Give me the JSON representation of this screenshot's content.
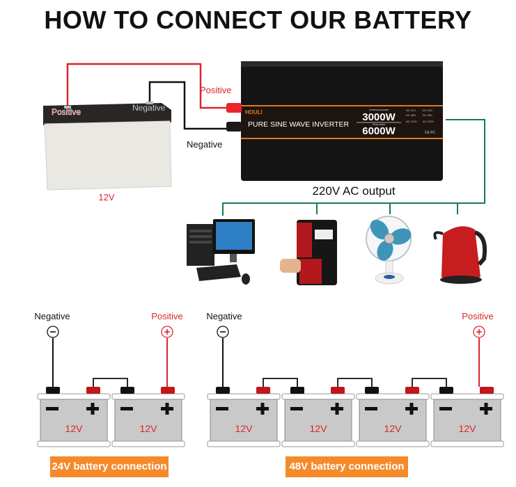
{
  "title": "HOW TO CONNECT OUR BATTERY",
  "top_diagram": {
    "battery": {
      "voltage_label": "12V",
      "terminal_positive_label": "Positive",
      "terminal_negative_label": "Negative"
    },
    "wires": {
      "positive_label": "Positive",
      "negative_label": "Negative"
    },
    "inverter": {
      "brand": "HOULI",
      "product_name": "PURE SINE WAVE INVERTER",
      "continuous_power_caption": "Continuous power",
      "continuous_power": "3000W",
      "peak_power_caption": "Peak power",
      "peak_power": "6000W",
      "voltage_options": [
        "DC 12V",
        "DC 24V",
        "DC 48V",
        "DC 36V",
        "AC 110V",
        "AC 220V"
      ],
      "certifications": "CE FC"
    },
    "output_label": "220V AC output",
    "appliances": [
      {
        "name": "Desktop computer"
      },
      {
        "name": "Coffee maker"
      },
      {
        "name": "Electric fan"
      },
      {
        "name": "Electric kettle"
      }
    ]
  },
  "series_24v": {
    "negative_label": "Negative",
    "positive_label": "Positive",
    "battery_labels": [
      "12V",
      "12V"
    ],
    "caption": "24V battery connection"
  },
  "series_48v": {
    "negative_label": "Negative",
    "positive_label": "Positive",
    "battery_labels": [
      "12V",
      "12V",
      "12V",
      "12V"
    ],
    "caption": "48V battery connection"
  },
  "colors": {
    "positive": "#d9262b",
    "negative": "#111111",
    "output_wire": "#1a7a4c",
    "caption_bg": "#f58a2a",
    "inverter_band": "#e07a22"
  }
}
